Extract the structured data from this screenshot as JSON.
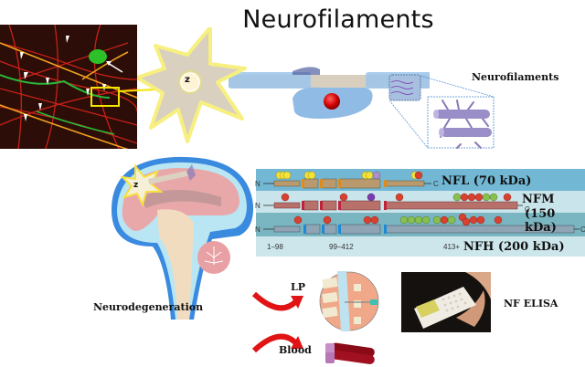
{
  "title": "Neurofilaments",
  "neuron_panel": {
    "soma_label": "z",
    "label": "Neurofilaments"
  },
  "microscopy_panel": {
    "description": "fluorescence micrograph with arrowheads and highlighted region"
  },
  "brain_panel": {
    "soma_label": "z",
    "label": "Neurodegeneration"
  },
  "protein_panel": {
    "rows": [
      {
        "n_label": "N",
        "c_label": "C",
        "name": "NFL (70 kDa)",
        "color": "#b89a6e",
        "cap_color": "#e08a1c"
      },
      {
        "n_label": "N",
        "c_label": "C",
        "name_line1": "NFM",
        "name_line2": "(150 kDa)",
        "color": "#b8706a",
        "cap_color": "#c0223a"
      },
      {
        "n_label": "N",
        "c_label": "C",
        "name": "NFH (200 kDa)",
        "color": "#8fa4b4",
        "cap_color": "#1a8ad8"
      }
    ],
    "domain_ranges": [
      "1–98",
      "99–412",
      "413+"
    ]
  },
  "sampling": {
    "lp_label": "LP",
    "blood_label": "Blood",
    "elisa_label": "NF ELISA"
  },
  "colors": {
    "arrow_red": "#e01414",
    "highlight_yellow": "#f2e600",
    "panel_blue": "#6fb0cf",
    "panel_light": "#cde6ec"
  }
}
